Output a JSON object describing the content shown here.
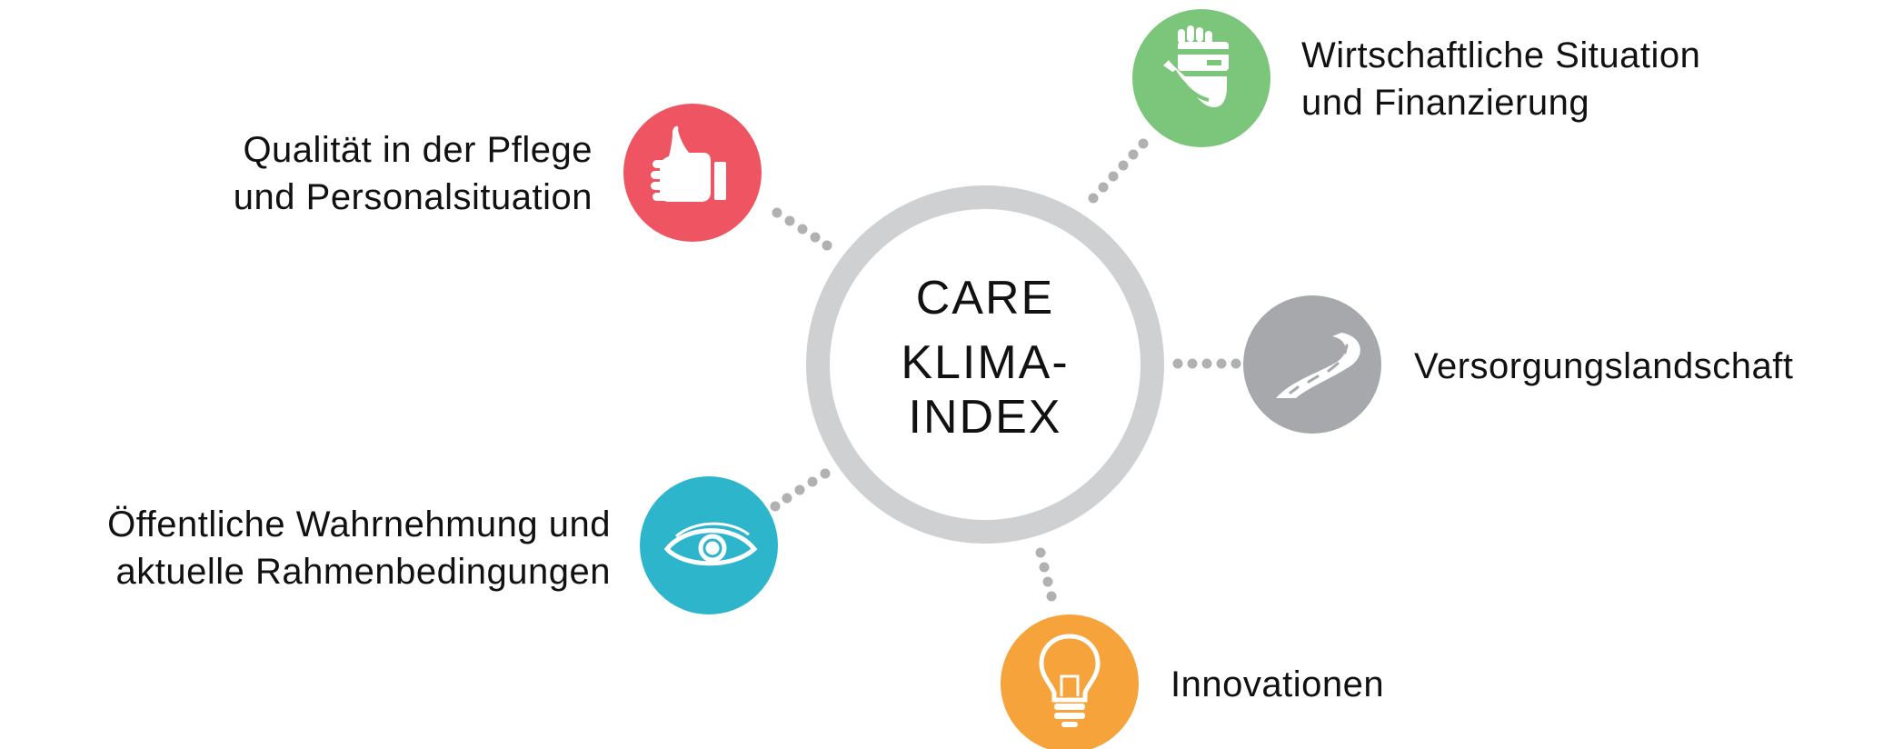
{
  "center": {
    "lines": [
      "CARE",
      "KLIMA-",
      "INDEX"
    ]
  },
  "nodes": [
    {
      "id": "qualitaet",
      "icon": "thumbs-up-icon",
      "color": "#ef5462",
      "lines": [
        "Qualität in der Pflege",
        "und Personalsituation"
      ]
    },
    {
      "id": "wirtschaft",
      "icon": "hand-card-icon",
      "color": "#7bc67b",
      "lines": [
        "Wirtschaftliche Situation",
        "und Finanzierung"
      ]
    },
    {
      "id": "versorgung",
      "icon": "road-icon",
      "color": "#a7a8ab",
      "lines": [
        "Versorgungslandschaft"
      ]
    },
    {
      "id": "oeffentlich",
      "icon": "eye-icon",
      "color": "#2cb5cb",
      "lines": [
        "Öffentliche Wahrnehmung und",
        "aktuelle Rahmenbedingungen"
      ]
    },
    {
      "id": "innovation",
      "icon": "lightbulb-icon",
      "color": "#f5a33a",
      "lines": [
        "Innovationen"
      ]
    }
  ],
  "colors": {
    "ring": "#cfd0d2",
    "connector": "#b0b1b3",
    "text": "#111111"
  }
}
